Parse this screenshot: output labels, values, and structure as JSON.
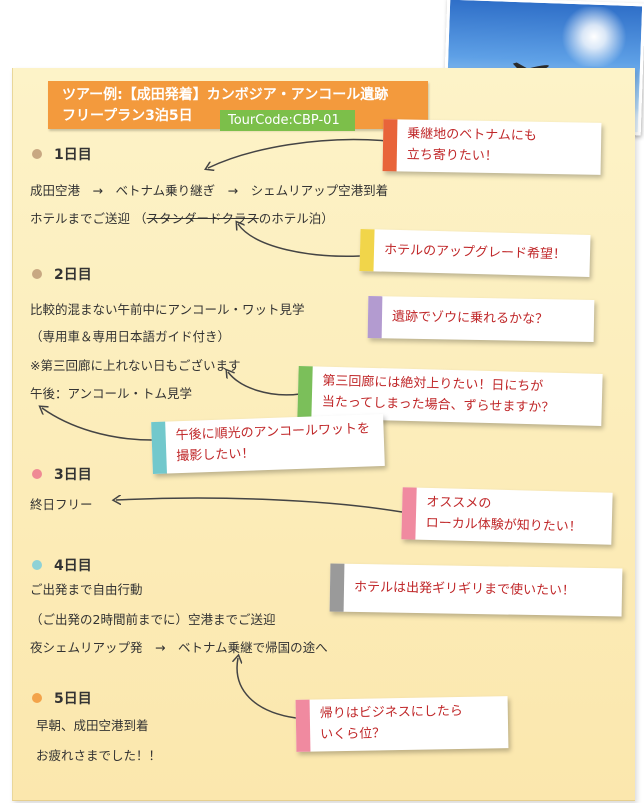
{
  "title": {
    "line1": "ツアー例:【成田発着】カンボジア・アンコール遺跡",
    "line2": "フリープラン3泊5日",
    "tourcode": "TourCode:CBP-01"
  },
  "colors": {
    "banner": "#f39a3d",
    "tourcode": "#7cbf4a",
    "note_text": "#c0282a",
    "dot_day1": "#c8a882",
    "dot_day2": "#c8a882",
    "dot_day3": "#ef8a94",
    "dot_day4": "#8fd2d6",
    "dot_day5": "#f3a34a"
  },
  "days": [
    {
      "label": "1日目",
      "lines": [
        "成田空港　→　ベトナム乗り継ぎ　→　シェムリアップ空港到着"
      ],
      "hotel_prefix": "ホテルまでご送迎 （",
      "hotel_strike": "スタンダードクラス",
      "hotel_suffix": "のホテル泊）"
    },
    {
      "label": "2日目",
      "lines": [
        "比較的混まない午前中にアンコール・ワット見学",
        "（専用車＆専用日本語ガイド付き）",
        "※第三回廊に上れない日もございます",
        "午後：アンコール・トム見学"
      ]
    },
    {
      "label": "3日目",
      "lines": [
        "終日フリー"
      ]
    },
    {
      "label": "4日目",
      "lines": [
        "ご出発まで自由行動",
        "（ご出発の2時間前までに）空港までご送迎",
        "夜シェムリアップ発　→　ベトナム乗継で帰国の途へ"
      ]
    },
    {
      "label": "5日目",
      "lines": [
        "早朝、成田空港到着",
        "お疲れさまでした！！"
      ]
    }
  ],
  "notes": [
    {
      "lines": [
        "乗継地のベトナムにも",
        "立ち寄りたい！"
      ],
      "tab_color": "#e8643a"
    },
    {
      "lines": [
        "ホテルのアップグレード希望！"
      ],
      "tab_color": "#f1d54a"
    },
    {
      "lines": [
        "遺跡でゾウに乗れるかな？"
      ],
      "tab_color": "#b39bd0"
    },
    {
      "lines": [
        "第三回廊には絶対上りたい！日にちが",
        "当たってしまった場合、ずらせますか？"
      ],
      "tab_color": "#7bbf5a"
    },
    {
      "lines": [
        "午後に順光のアンコールワットを",
        "撮影したい！"
      ],
      "tab_color": "#72c8cc"
    },
    {
      "lines": [
        "オススメの",
        "ローカル体験が知りたい！"
      ],
      "tab_color": "#f08aa0"
    },
    {
      "lines": [
        "ホテルは出発ギリギリまで使いたい！"
      ],
      "tab_color": "#9a9a9a"
    },
    {
      "lines": [
        "帰りはビジネスにしたら",
        "いくら位？"
      ],
      "tab_color": "#f08aa0"
    }
  ]
}
